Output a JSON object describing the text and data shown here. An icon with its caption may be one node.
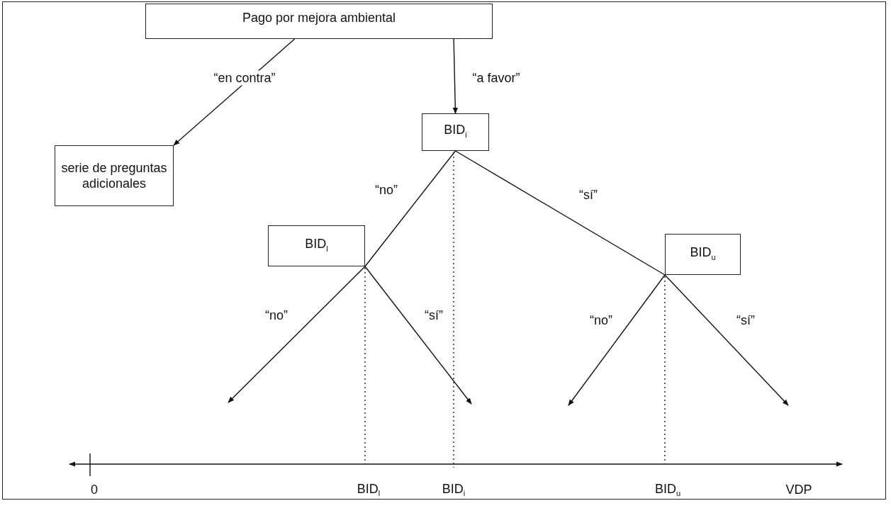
{
  "diagram": {
    "nodes": [
      {
        "text": [
          "Pago por mejora ambiental"
        ]
      },
      {
        "text": [
          "serie de preguntas adicionales"
        ]
      },
      {
        "text": [
          "BID$_{i}$"
        ]
      },
      {
        "text": [
          "BID$_{l}$"
        ]
      },
      {
        "text": [
          "BID$_{u}$"
        ]
      }
    ],
    "edges": [
      {
        "from": 0,
        "to": 1,
        "arrow": "to",
        "label": "“en contra”"
      },
      {
        "from": 0,
        "to": 2,
        "arrow": "to",
        "label": "“a favor”"
      },
      {
        "from": 2,
        "to": 3,
        "arrow": "none",
        "label": "“no”"
      },
      {
        "from": 2,
        "to": 4,
        "arrow": "none",
        "label": "“sí”"
      },
      {
        "from": 3,
        "to": null,
        "arrow": "to",
        "label": "“no”"
      },
      {
        "from": 3,
        "to": null,
        "arrow": "to",
        "label": "“sí”"
      },
      {
        "from": 4,
        "to": null,
        "arrow": "to",
        "label": "“no”"
      },
      {
        "from": 4,
        "to": null,
        "arrow": "to",
        "label": "“sí”"
      }
    ],
    "labels": [
      "0",
      "BID$_{l}$",
      "BID$_{i}$",
      "BID$_{u}$",
      "VDP"
    ]
  }
}
